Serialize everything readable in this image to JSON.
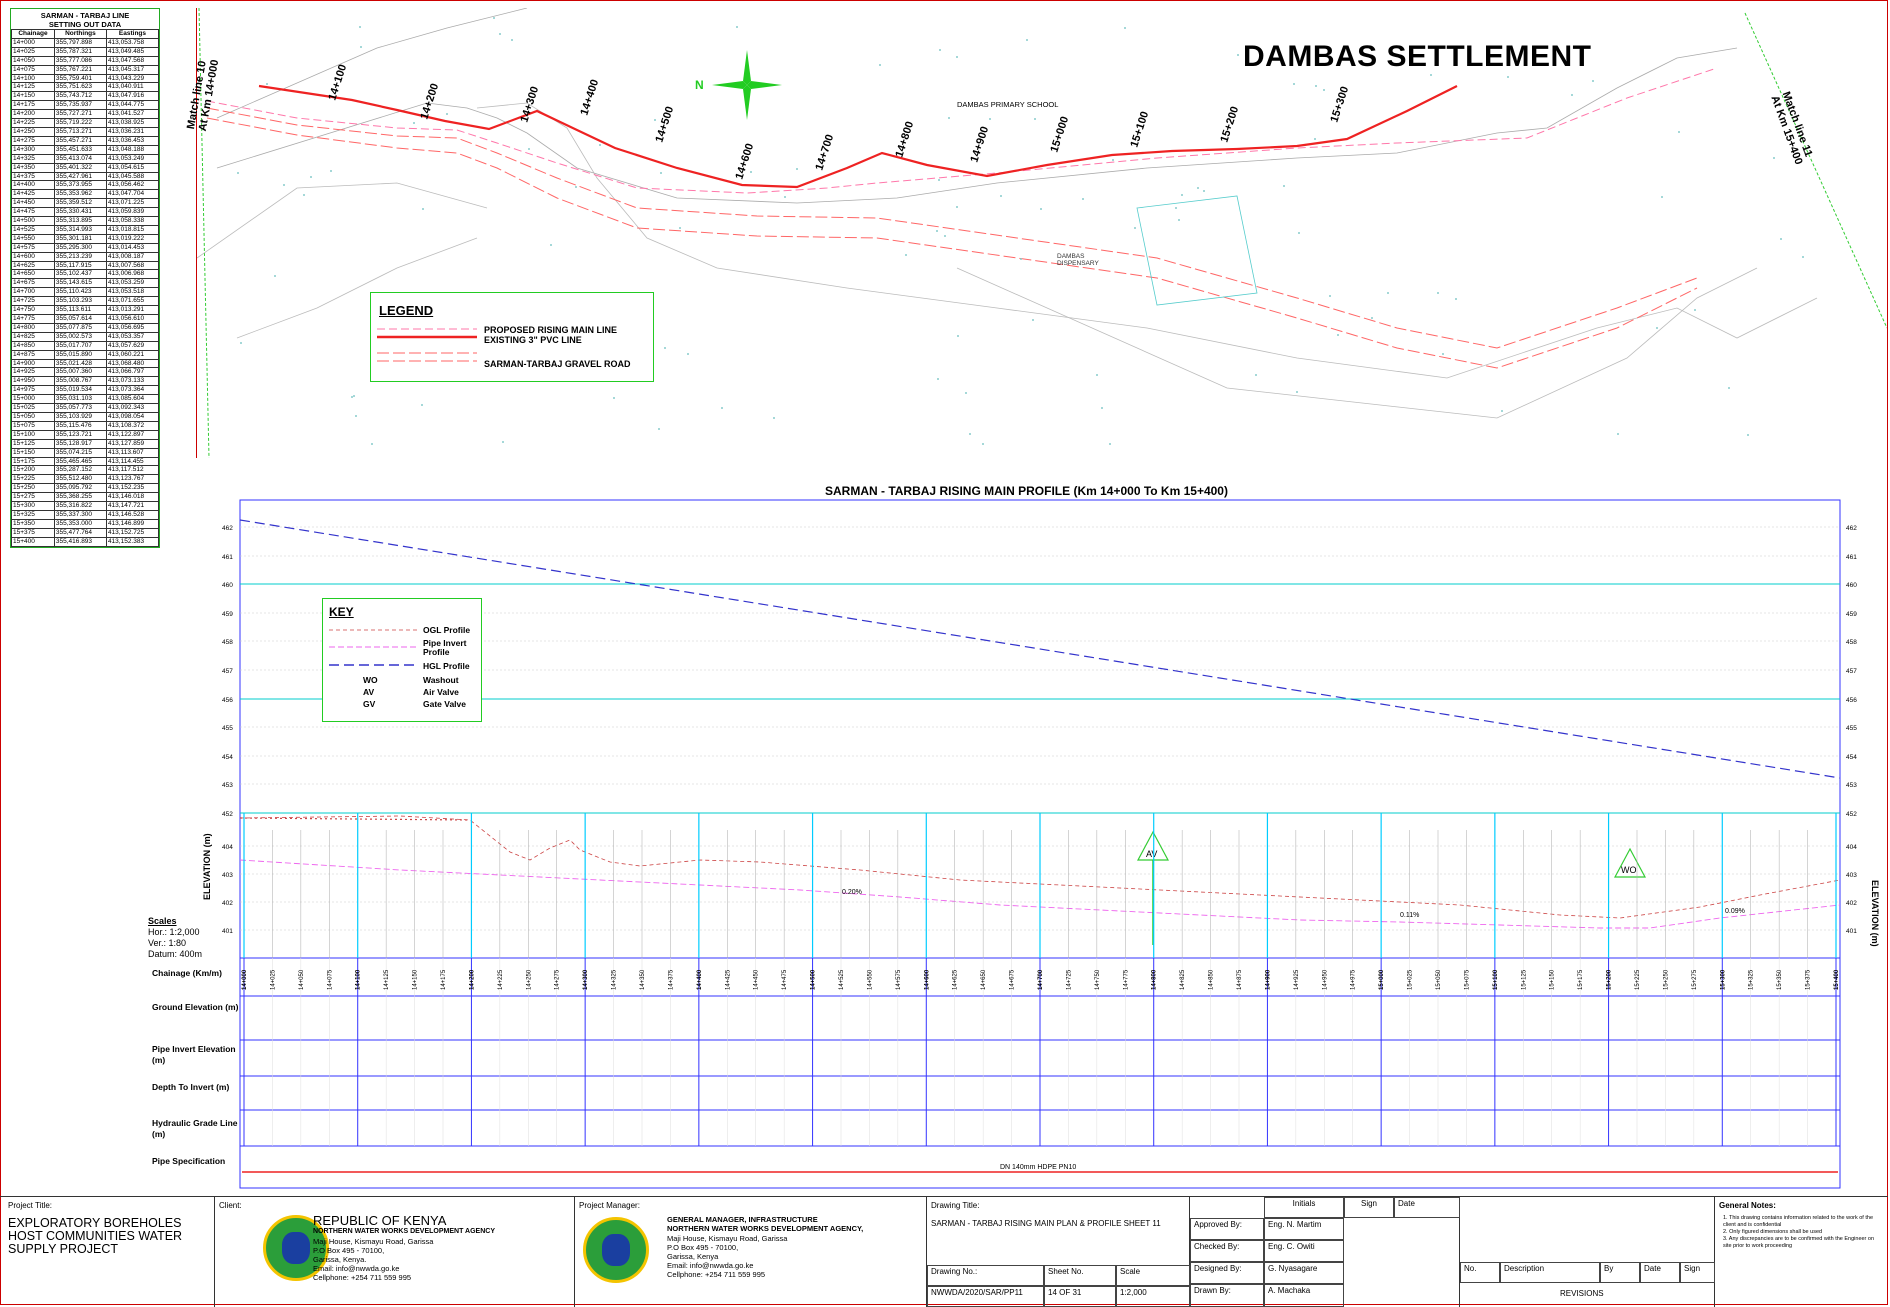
{
  "plan": {
    "title": "DAMBAS SETTLEMENT",
    "school": "DAMBAS PRIMARY SCHOOL",
    "dispensary": "DAMBAS DISPENSARY",
    "match_left": "Match line 10",
    "match_left_km": "At Km 14+000",
    "match_right": "Match line 11",
    "match_right_km": "At Km 15+400",
    "chainages": [
      "14+100",
      "14+200",
      "14+300",
      "14+400",
      "14+500",
      "14+600",
      "14+700",
      "14+800",
      "14+900",
      "15+000",
      "15+100",
      "15+200",
      "15+300"
    ]
  },
  "legend": {
    "title": "LEGEND",
    "items": [
      "PROPOSED RISING MAIN LINE",
      "EXISTING 3\" PVC LINE",
      "SARMAN-TARBAJ GRAVEL ROAD"
    ]
  },
  "setting_out": {
    "title1": "SARMAN - TARBAJ LINE",
    "title2": "SETTING OUT DATA",
    "headers": [
      "Chainage",
      "Northings",
      "Eastings"
    ],
    "rows": [
      [
        "14+000",
        "355,797.898",
        "413,053.758"
      ],
      [
        "14+025",
        "355,787.321",
        "413,049.485"
      ],
      [
        "14+050",
        "355,777.086",
        "413,047.568"
      ],
      [
        "14+075",
        "355,767.221",
        "413,045.317"
      ],
      [
        "14+100",
        "355,759.401",
        "413,043.229"
      ],
      [
        "14+125",
        "355,751.623",
        "413,040.911"
      ],
      [
        "14+150",
        "355,743.712",
        "413,047.916"
      ],
      [
        "14+175",
        "355,735.937",
        "413,044.775"
      ],
      [
        "14+200",
        "355,727.271",
        "413,041.527"
      ],
      [
        "14+225",
        "355,719.222",
        "413,038.925"
      ],
      [
        "14+250",
        "355,713.271",
        "413,036.231"
      ],
      [
        "14+275",
        "355,457.271",
        "413,036.453"
      ],
      [
        "14+300",
        "355,451.633",
        "413,048.188"
      ],
      [
        "14+325",
        "355,413.074",
        "413,053.249"
      ],
      [
        "14+350",
        "355,401.322",
        "413,054.615"
      ],
      [
        "14+375",
        "355,427.961",
        "413,045.588"
      ],
      [
        "14+400",
        "355,373.955",
        "413,056.462"
      ],
      [
        "14+425",
        "355,353.962",
        "413,047.704"
      ],
      [
        "14+450",
        "355,359.512",
        "413,071.225"
      ],
      [
        "14+475",
        "355,330.431",
        "413,059.839"
      ],
      [
        "14+500",
        "355,313.895",
        "413,058.338"
      ],
      [
        "14+525",
        "355,314.993",
        "413,018.815"
      ],
      [
        "14+550",
        "355,301.181",
        "413,019.222"
      ],
      [
        "14+575",
        "355,295.300",
        "413,014.453"
      ],
      [
        "14+600",
        "355,213.239",
        "413,008.187"
      ],
      [
        "14+625",
        "355,117.915",
        "413,007.568"
      ],
      [
        "14+650",
        "355,102.437",
        "413,006.968"
      ],
      [
        "14+675",
        "355,143.615",
        "413,053.259"
      ],
      [
        "14+700",
        "355,110.423",
        "413,053.518"
      ],
      [
        "14+725",
        "355,103.293",
        "413,071.655"
      ],
      [
        "14+750",
        "355,113.611",
        "413,013.291"
      ],
      [
        "14+775",
        "355,057.614",
        "413,056.610"
      ],
      [
        "14+800",
        "355,077.875",
        "413,056.695"
      ],
      [
        "14+825",
        "355,002.573",
        "413,053.357"
      ],
      [
        "14+850",
        "355,017.707",
        "413,057.629"
      ],
      [
        "14+875",
        "355,015.890",
        "413,060.221"
      ],
      [
        "14+900",
        "355,021.428",
        "413,068.480"
      ],
      [
        "14+925",
        "355,007.360",
        "413,066.797"
      ],
      [
        "14+950",
        "355,008.767",
        "413,073.133"
      ],
      [
        "14+975",
        "355,019.534",
        "413,073.364"
      ],
      [
        "15+000",
        "355,031.103",
        "413,085.604"
      ],
      [
        "15+025",
        "355,057.773",
        "413,092.343"
      ],
      [
        "15+050",
        "355,103.929",
        "413,098.054"
      ],
      [
        "15+075",
        "355,115.476",
        "413,108.372"
      ],
      [
        "15+100",
        "355,123.721",
        "413,122.897"
      ],
      [
        "15+125",
        "355,128.917",
        "413,127.859"
      ],
      [
        "15+150",
        "355,074.215",
        "413,113.607"
      ],
      [
        "15+175",
        "355,465.465",
        "413,114.455"
      ],
      [
        "15+200",
        "355,287.152",
        "413,117.512"
      ],
      [
        "15+225",
        "355,512.480",
        "413,123.767"
      ],
      [
        "15+250",
        "355,095.792",
        "413,152.235"
      ],
      [
        "15+275",
        "355,368.255",
        "413,146.018"
      ],
      [
        "15+300",
        "355,316.822",
        "413,147.721"
      ],
      [
        "15+325",
        "355,337.300",
        "413,146.528"
      ],
      [
        "15+350",
        "355,353.000",
        "413,146.899"
      ],
      [
        "15+375",
        "355,477.764",
        "413,152.725"
      ],
      [
        "15+400",
        "355,416.893",
        "413,152.383"
      ]
    ]
  },
  "profile": {
    "title": "SARMAN - TARBAJ RISING MAIN PROFILE (Km 14+000 To Km 15+400)",
    "y_axis_label": "ELEVATION (m)",
    "hgl_ticks": [
      "462",
      "461",
      "460",
      "459",
      "458",
      "457",
      "456",
      "455",
      "454",
      "453",
      "452"
    ],
    "ground_ticks": [
      "404",
      "403",
      "402",
      "401"
    ],
    "key": {
      "title": "KEY",
      "items": [
        {
          "abbr": "",
          "label": "OGL Profile"
        },
        {
          "abbr": "",
          "label": "Pipe Invert Profile"
        },
        {
          "abbr": "",
          "label": "HGL Profile"
        },
        {
          "abbr": "WO",
          "label": "Washout"
        },
        {
          "abbr": "AV",
          "label": "Air Valve"
        },
        {
          "abbr": "GV",
          "label": "Gate Valve"
        }
      ]
    },
    "markers": {
      "av": "AV",
      "wo": "WO"
    },
    "slopes": [
      "0.20%",
      "0.11%",
      "0.09%"
    ],
    "scales": {
      "title": "Scales",
      "hor": "Hor.: 1:2,000",
      "ver": "Ver.: 1:80",
      "datum": "Datum: 400m"
    },
    "rows": [
      "Chainage (Km/m)",
      "Ground Elevation (m)",
      "Pipe Invert Elevation (m)",
      "Depth To Invert (m)",
      "Hydraulic Grade Line (m)",
      "Pipe Specification"
    ],
    "pipe_spec": "DN 140mm HDPE PN10",
    "chainage_labels": [
      "14+000",
      "14+025",
      "14+050",
      "14+075",
      "14+100",
      "14+125",
      "14+150",
      "14+175",
      "14+200",
      "14+225",
      "14+250",
      "14+275",
      "14+300",
      "14+325",
      "14+350",
      "14+375",
      "14+400",
      "14+425",
      "14+450",
      "14+475",
      "14+500",
      "14+525",
      "14+550",
      "14+575",
      "14+600",
      "14+625",
      "14+650",
      "14+675",
      "14+700",
      "14+725",
      "14+750",
      "14+775",
      "14+800",
      "14+825",
      "14+850",
      "14+875",
      "14+900",
      "14+925",
      "14+950",
      "14+975",
      "15+000",
      "15+025",
      "15+050",
      "15+075",
      "15+100",
      "15+125",
      "15+150",
      "15+175",
      "15+200",
      "15+225",
      "15+250",
      "15+275",
      "15+300",
      "15+325",
      "15+350",
      "15+375",
      "15+400"
    ]
  },
  "title_block": {
    "project_title_label": "Project Title:",
    "project_title": "EXPLORATORY BOREHOLES HOST COMMUNITIES WATER SUPPLY PROJECT",
    "client_label": "Client:",
    "client_name": "REPUBLIC OF KENYA",
    "client_agency": "NORTHERN WATER WORKS DEVELOPMENT AGENCY",
    "client_addr": [
      "Maji House, Kismayu Road, Garissa",
      "P.O Box 495 - 70100,",
      "Garissa, Kenya.",
      "Email: info@nwwda.go.ke",
      "Cellphone: +254 711 559 995"
    ],
    "pm_label": "Project Manager:",
    "pm_name": "GENERAL MANAGER, INFRASTRUCTURE",
    "pm_agency": "NORTHERN WATER WORKS DEVELOPMENT AGENCY,",
    "pm_addr": [
      "Maji House, Kismayu Road, Garissa",
      "P.O Box 495 - 70100,",
      "Garissa, Kenya",
      "Email: info@nwwda.go.ke",
      "Cellphone: +254 711 559 995"
    ],
    "drawing_title_label": "Drawing Title:",
    "drawing_title": "SARMAN - TARBAJ RISING MAIN PLAN & PROFILE SHEET 11",
    "drawing_no_label": "Drawing No.:",
    "drawing_no": "NWWDA/2020/SAR/PP11",
    "sheet_no_label": "Sheet No.",
    "sheet_no": "14 OF 31",
    "scale_label": "Scale",
    "scale": "1:2,000",
    "approvals": [
      {
        "role": "Approved By:",
        "name": "Eng. N. Martim"
      },
      {
        "role": "Checked By:",
        "name": "Eng. C. Owiti"
      },
      {
        "role": "Designed By:",
        "name": "G. Nyasagare"
      },
      {
        "role": "Drawn By:",
        "name": "A. Machaka"
      }
    ],
    "hdr": [
      "Initials",
      "Sign",
      "Date"
    ],
    "rev_hdr": [
      "No.",
      "Description",
      "By",
      "Date",
      "Sign"
    ],
    "revisions": "REVISIONS",
    "notes_label": "General Notes:",
    "notes": [
      "1. This drawing contains information related to the work of the client and is confidential",
      "2. Only figured dimensions shall be used",
      "3. Any discrepancies are to be confirmed with the Engineer on site prior to work proceeding"
    ]
  }
}
